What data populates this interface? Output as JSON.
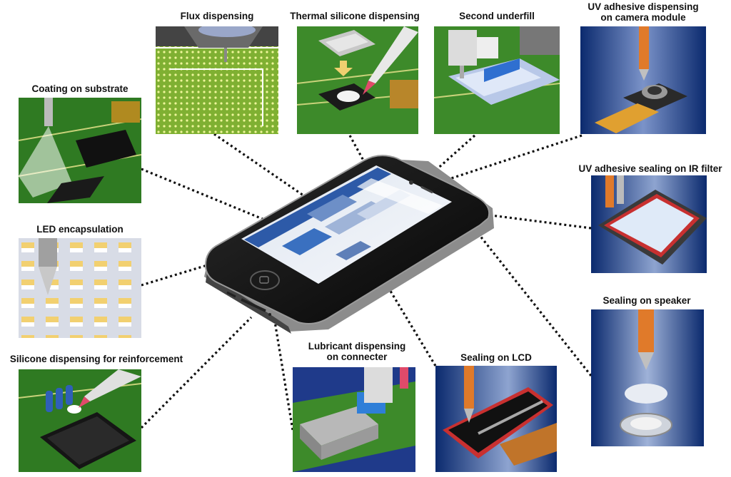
{
  "diagram": {
    "applications": [
      {
        "id": "flux",
        "label": "Flux dispensing"
      },
      {
        "id": "thermal",
        "label": "Thermal silicone dispensing"
      },
      {
        "id": "underfill",
        "label": "Second underfill"
      },
      {
        "id": "uv-camera",
        "label_line1": "UV adhesive dispensing",
        "label_line2": "on camera module"
      },
      {
        "id": "coating",
        "label": "Coating on substrate"
      },
      {
        "id": "uv-ir",
        "label": "UV adhesive sealing on IR filter"
      },
      {
        "id": "led",
        "label": "LED encapsulation"
      },
      {
        "id": "speaker",
        "label": "Sealing on speaker"
      },
      {
        "id": "silicone",
        "label": "Silicone dispensing for reinforcement"
      },
      {
        "id": "lubricant",
        "label_line1": "Lubricant dispensing",
        "label_line2": "on connecter"
      },
      {
        "id": "lcd",
        "label": "Sealing on LCD"
      }
    ],
    "colors": {
      "pcb_green": "#3f8a2a",
      "pcb_dark": "#1f4d16",
      "navy": "#0b2a6e",
      "needle_orange": "#e07a2a",
      "phone_black": "#151515",
      "connector_dots": "#111111"
    }
  }
}
